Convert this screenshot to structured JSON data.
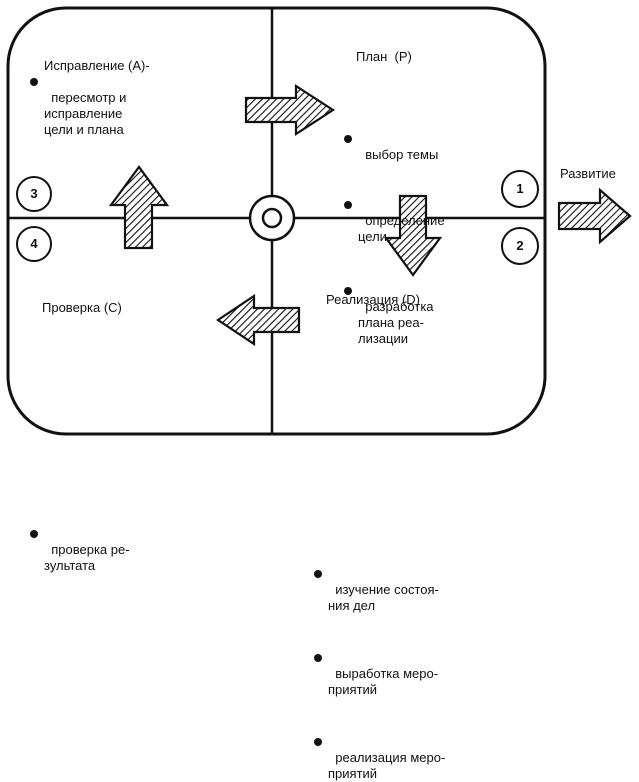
{
  "quadrants": {
    "act": {
      "title": "Исправление (A)-",
      "items": [
        "пересмотр и\nисправление\nцели и плана"
      ]
    },
    "plan": {
      "title": "План  (P)",
      "items": [
        "выбор темы",
        "определение\nцели",
        "разработка\nплана реа-\nлизации"
      ]
    },
    "check": {
      "title": "Проверка (C)",
      "items": [
        "проверка ре-\nзультата"
      ]
    },
    "do": {
      "title": "Реализация (D)",
      "items": [
        "изучение состоя-\nния дел",
        "выработка меро-\nприятий",
        "реализация меро-\nприятий"
      ]
    }
  },
  "circles": [
    "1",
    "2",
    "3",
    "4"
  ],
  "outside_label": "Развитие"
}
